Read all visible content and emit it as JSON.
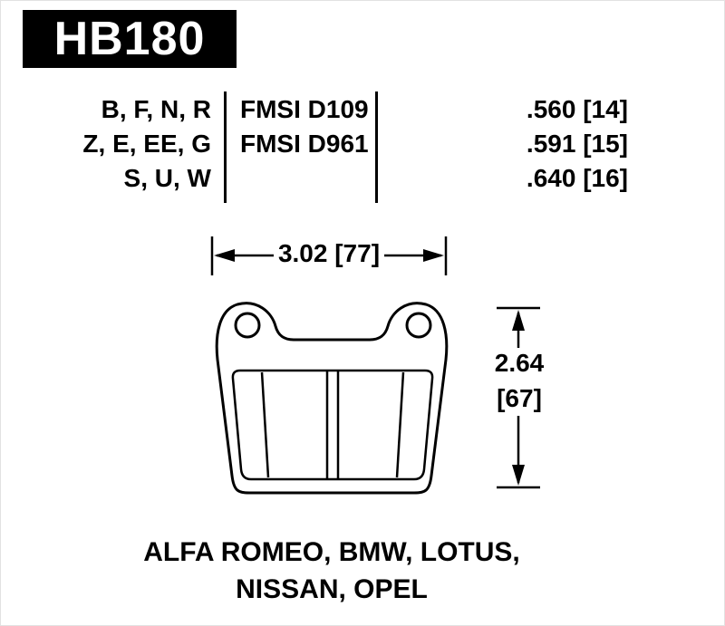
{
  "header": {
    "part_number": "HB180"
  },
  "spec_table": {
    "col_compounds": [
      "B, F, N, R",
      "Z, E, EE, G",
      "S, U, W"
    ],
    "col_fmsi": [
      "FMSI D109",
      "FMSI D961",
      ""
    ],
    "col_thickness": [
      ".560 [14]",
      ".591 [15]",
      ".640 [16]"
    ]
  },
  "dimensions": {
    "width_label": "3.02 [77]",
    "height_value": "2.64",
    "height_bracket": "[67]"
  },
  "applications": {
    "line1": "ALFA ROMEO, BMW, LOTUS,",
    "line2": "NISSAN, OPEL"
  }
}
